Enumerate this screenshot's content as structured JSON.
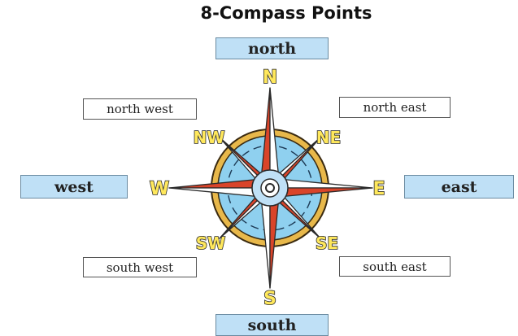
{
  "title": "8-Compass Points",
  "boxes": {
    "north": "north",
    "south": "south",
    "east": "east",
    "west": "west",
    "north_west": "north west",
    "north_east": "north east",
    "south_west": "south west",
    "south_east": "south east"
  },
  "compass_letters": {
    "n": "N",
    "s": "S",
    "e": "E",
    "w": "W",
    "nw": "NW",
    "ne": "NE",
    "sw": "SW",
    "se": "SE"
  },
  "colors": {
    "main_box_fill": "#bfe0f6",
    "ring_gold": "#e8b84a",
    "ring_blue": "#8fd0ef",
    "point_red": "#d9442a",
    "point_white": "#ffffff",
    "letter_yellow": "#ffe85c"
  }
}
